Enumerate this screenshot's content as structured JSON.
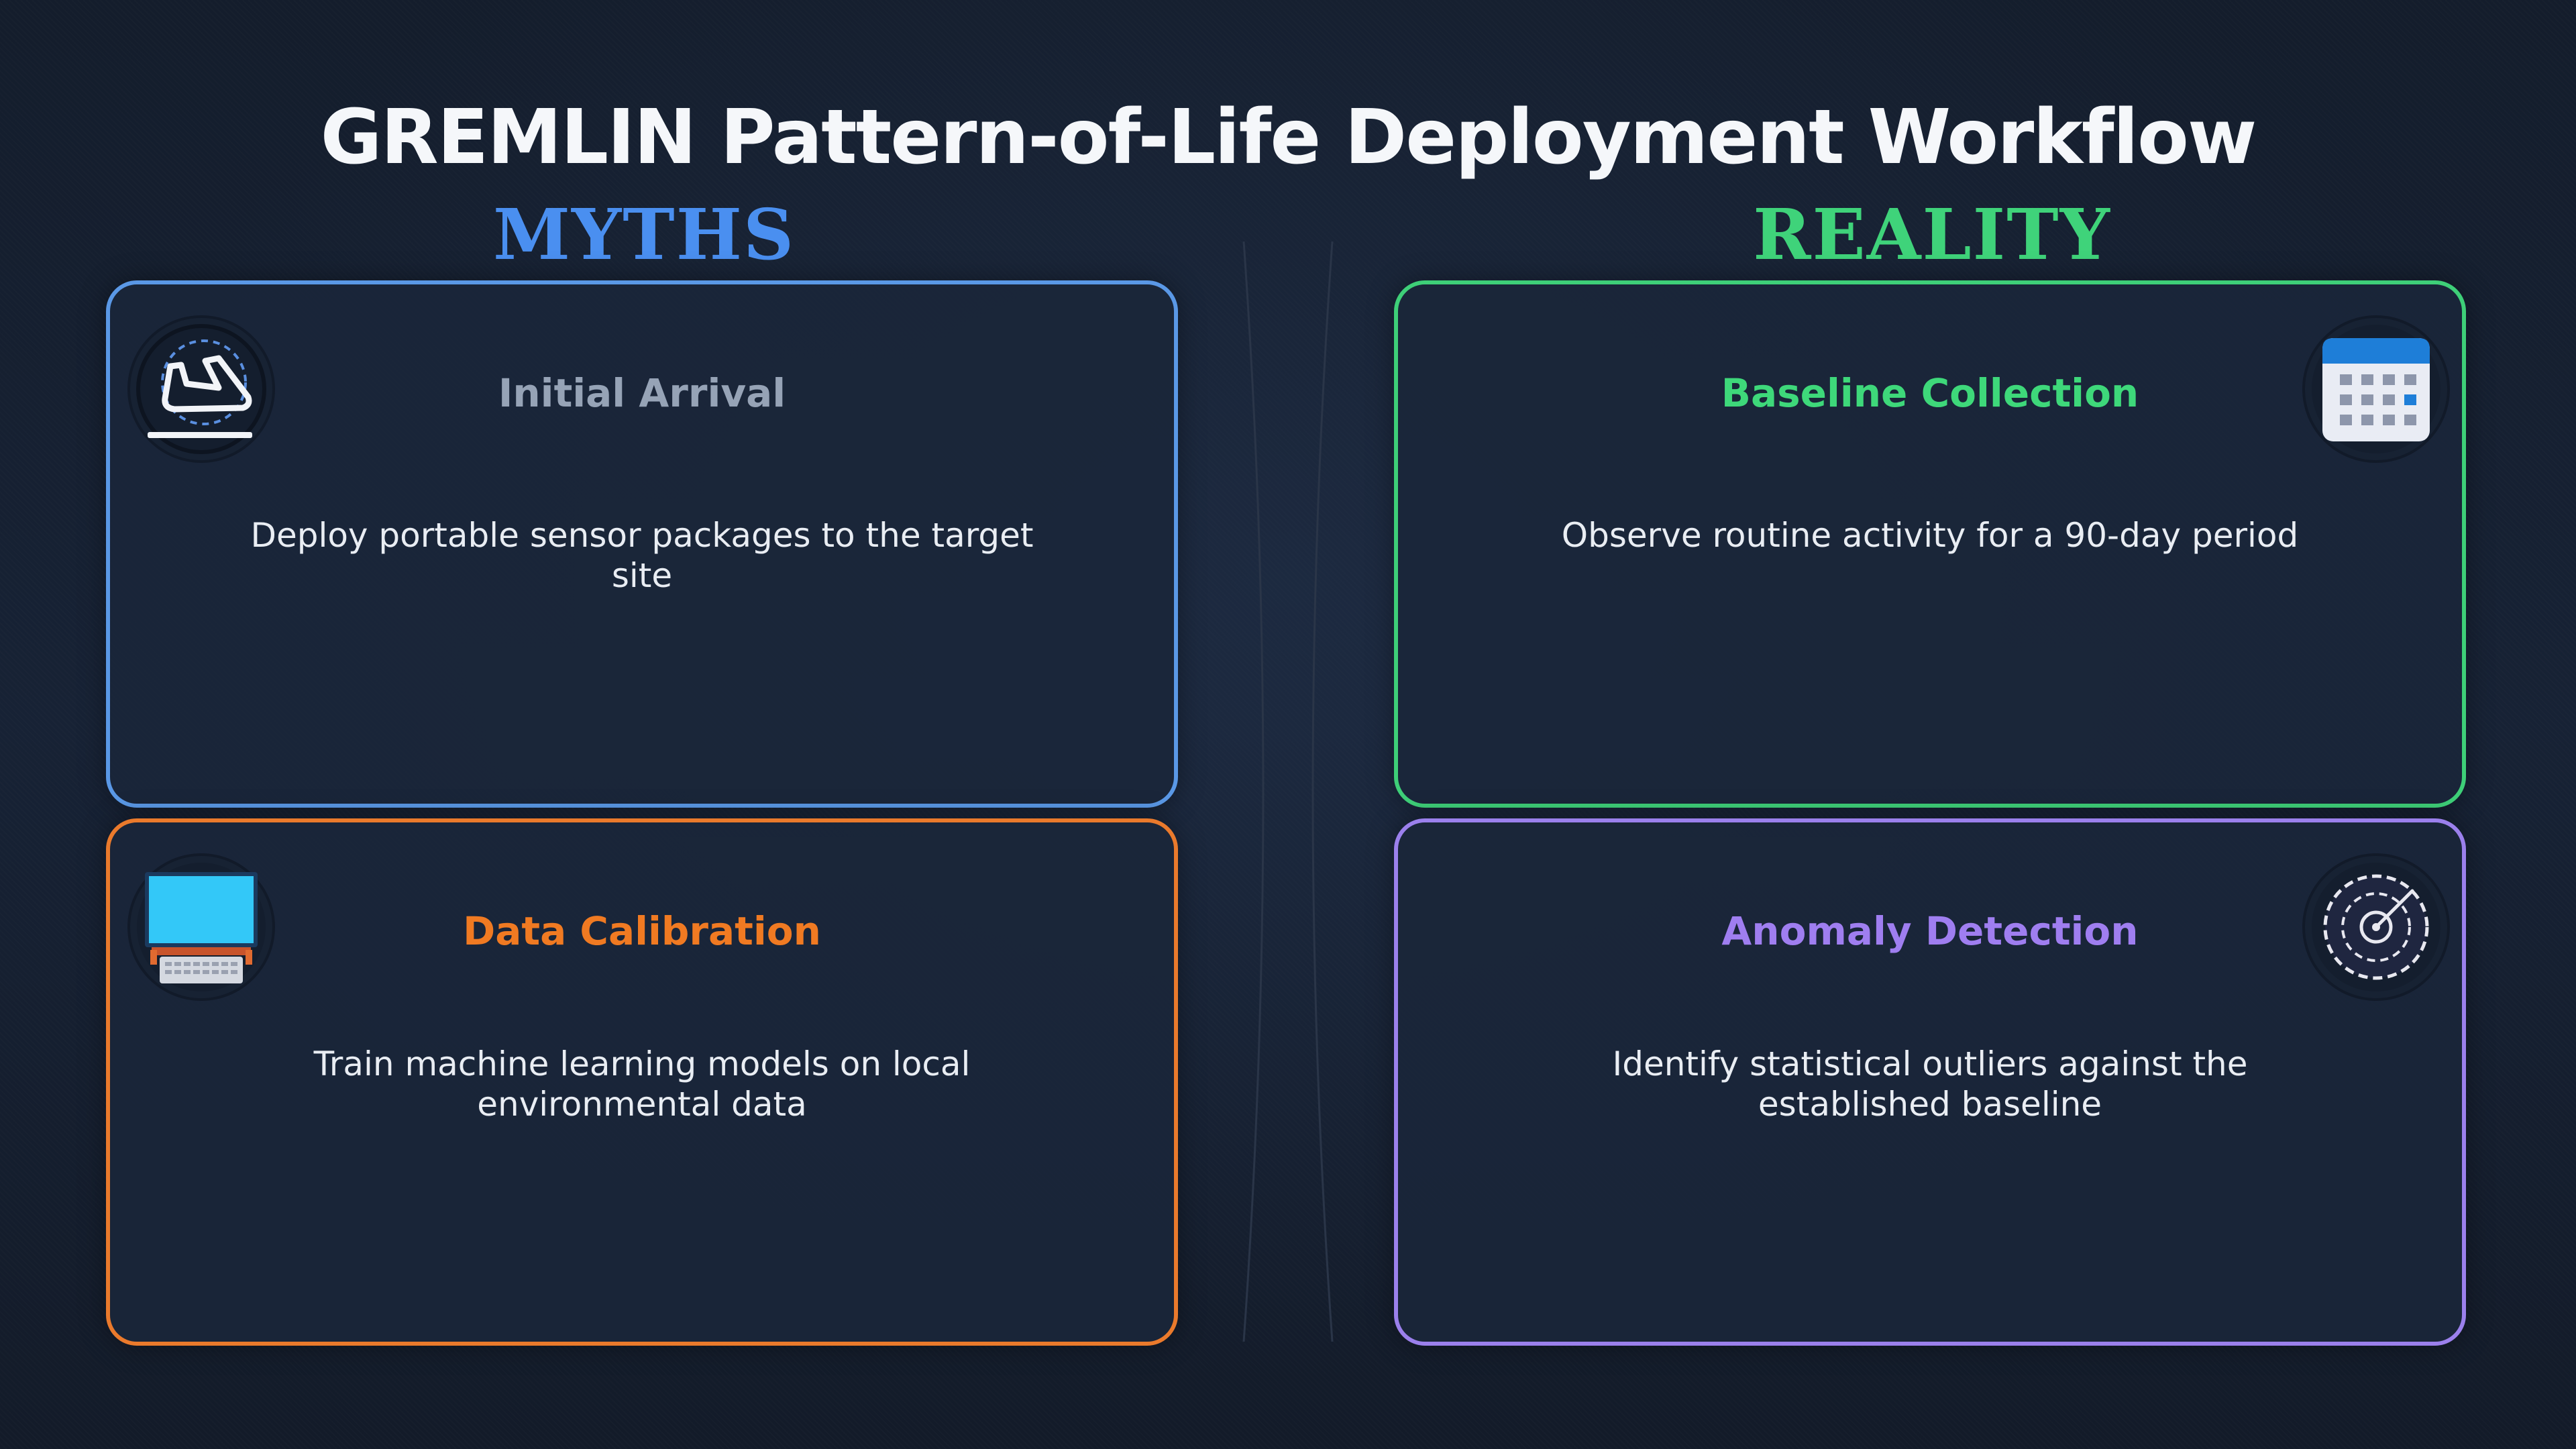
{
  "title": "GREMLIN Pattern-of-Life Deployment Workflow",
  "columns": {
    "left": "MYTHS",
    "right": "REALITY"
  },
  "colors": {
    "myths": "#4a8ff0",
    "reality": "#3fd37a",
    "card1_border": "#5a98e6",
    "card2_border": "#3ecf78",
    "card3_border": "#ea7a2c",
    "card4_border": "#9b80ec"
  },
  "cards": [
    {
      "title": "Initial Arrival",
      "description": "Deploy portable sensor packages to the target site",
      "icon": "airplane-landing-icon"
    },
    {
      "title": "Baseline Collection",
      "description": "Observe routine activity for a 90-day period",
      "icon": "calendar-icon"
    },
    {
      "title": "Data Calibration",
      "description": "Train machine learning models on local environmental data",
      "icon": "computer-terminal-icon"
    },
    {
      "title": "Anomaly Detection",
      "description": "Identify statistical outliers against the established baseline",
      "icon": "radar-icon"
    }
  ]
}
